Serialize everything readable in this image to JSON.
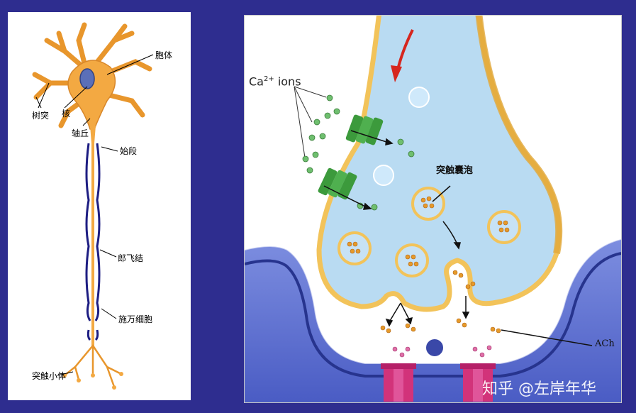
{
  "neuron_labels": {
    "cell_body": "胞体",
    "dendrite": "树突",
    "nucleus": "核",
    "axon_hillock": "轴丘",
    "initial_segment": "始段",
    "node_of_ranvier": "郎飞结",
    "schwann_cell": "施万细胞",
    "terminal_bouton": "突触小体"
  },
  "synapse_labels": {
    "ca_ions_base": "Ca",
    "ca_ions_sup": "2+",
    "ca_ions_suffix": " ions",
    "synaptic_vesicle": "突触囊泡",
    "ach": "ACh"
  },
  "watermark": "知乎 @左岸年华",
  "colors": {
    "background": "#2e2d8f",
    "neuron": "#f0a23c",
    "myelin": "#1f1f7a",
    "terminal_fill": "#b9dbf2",
    "membrane": "#f2c35a",
    "postsynaptic": "#5566cc",
    "ca_channel": "#3c9a3c",
    "receptor": "#d2337a"
  }
}
